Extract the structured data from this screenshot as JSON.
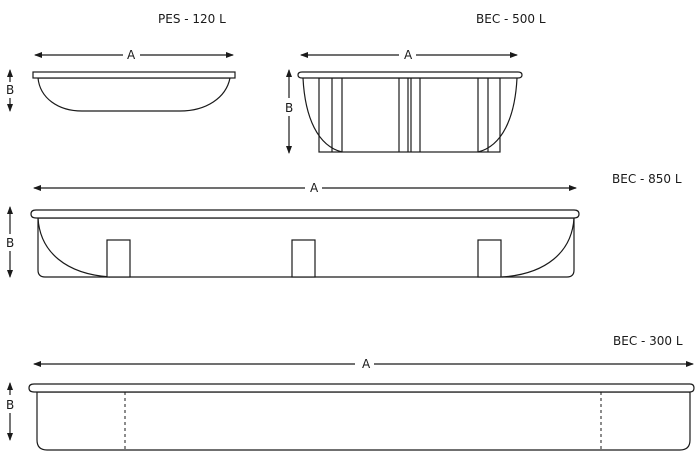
{
  "labels": {
    "dim_a": "A",
    "dim_b": "B"
  },
  "trays": [
    {
      "id": "pes-120",
      "title": "PES - 120 L"
    },
    {
      "id": "bec-500",
      "title": "BEC - 500 L"
    },
    {
      "id": "bec-850",
      "title": "BEC - 850 L"
    },
    {
      "id": "bec-300",
      "title": "BEC - 300 L"
    }
  ]
}
